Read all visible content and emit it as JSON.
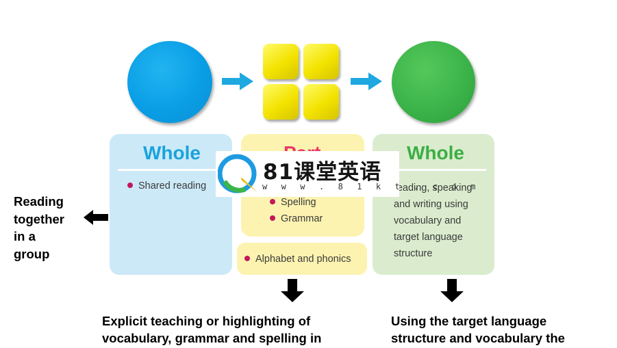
{
  "colors": {
    "blue": "#0a9ee6",
    "yellow": "#f3e300",
    "green": "#3cb44a",
    "arrow": "#1fa8e0",
    "bullet_dot": "#c2185b"
  },
  "panels": {
    "whole_left": {
      "title": "Whole",
      "bullets": [
        "Shared reading"
      ]
    },
    "part": {
      "title": "Part",
      "bullets": [
        "Spelling",
        "Grammar"
      ],
      "extra": "Alphabet and phonics"
    },
    "whole_right": {
      "title": "Whole",
      "lines": [
        "reading, speaking",
        "and writing using",
        "vocabulary and",
        "target language",
        "structure"
      ]
    }
  },
  "side_label": {
    "lines": [
      "Reading",
      "together",
      "in a",
      "group"
    ]
  },
  "captions": {
    "middle": [
      "Explicit teaching or highlighting of",
      "vocabulary, grammar and spelling in"
    ],
    "right": [
      "Using the target language",
      "structure and vocabulary the"
    ]
  },
  "watermark": {
    "title": "81课堂英语",
    "url": "w w w . 8 1 k t . c o m"
  },
  "icons": [
    "arrow-right-icon",
    "arrow-left-icon",
    "arrow-down-icon",
    "logo-icon"
  ]
}
